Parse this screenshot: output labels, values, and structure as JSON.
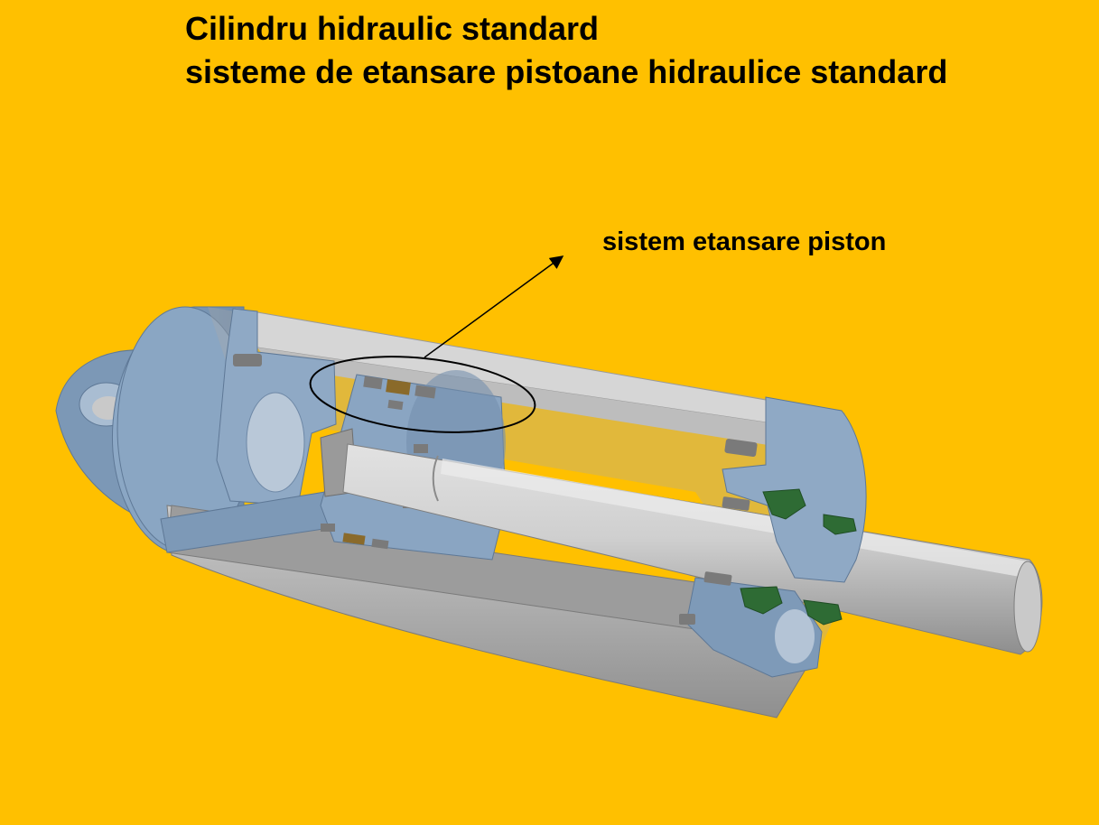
{
  "title": {
    "line1": "Cilindru hidraulic standard",
    "line2": "sisteme de etansare pistoane hidraulice standard"
  },
  "callout": {
    "label": "sistem etansare piston"
  },
  "colors": {
    "background": "#FFC000",
    "steel_blue": "#7E9AB8",
    "grey_body": "#A4A4A4",
    "rod": "#C8C8C8",
    "seal_green": "#2E6B34",
    "seal_bronze": "#8A6A2A"
  }
}
